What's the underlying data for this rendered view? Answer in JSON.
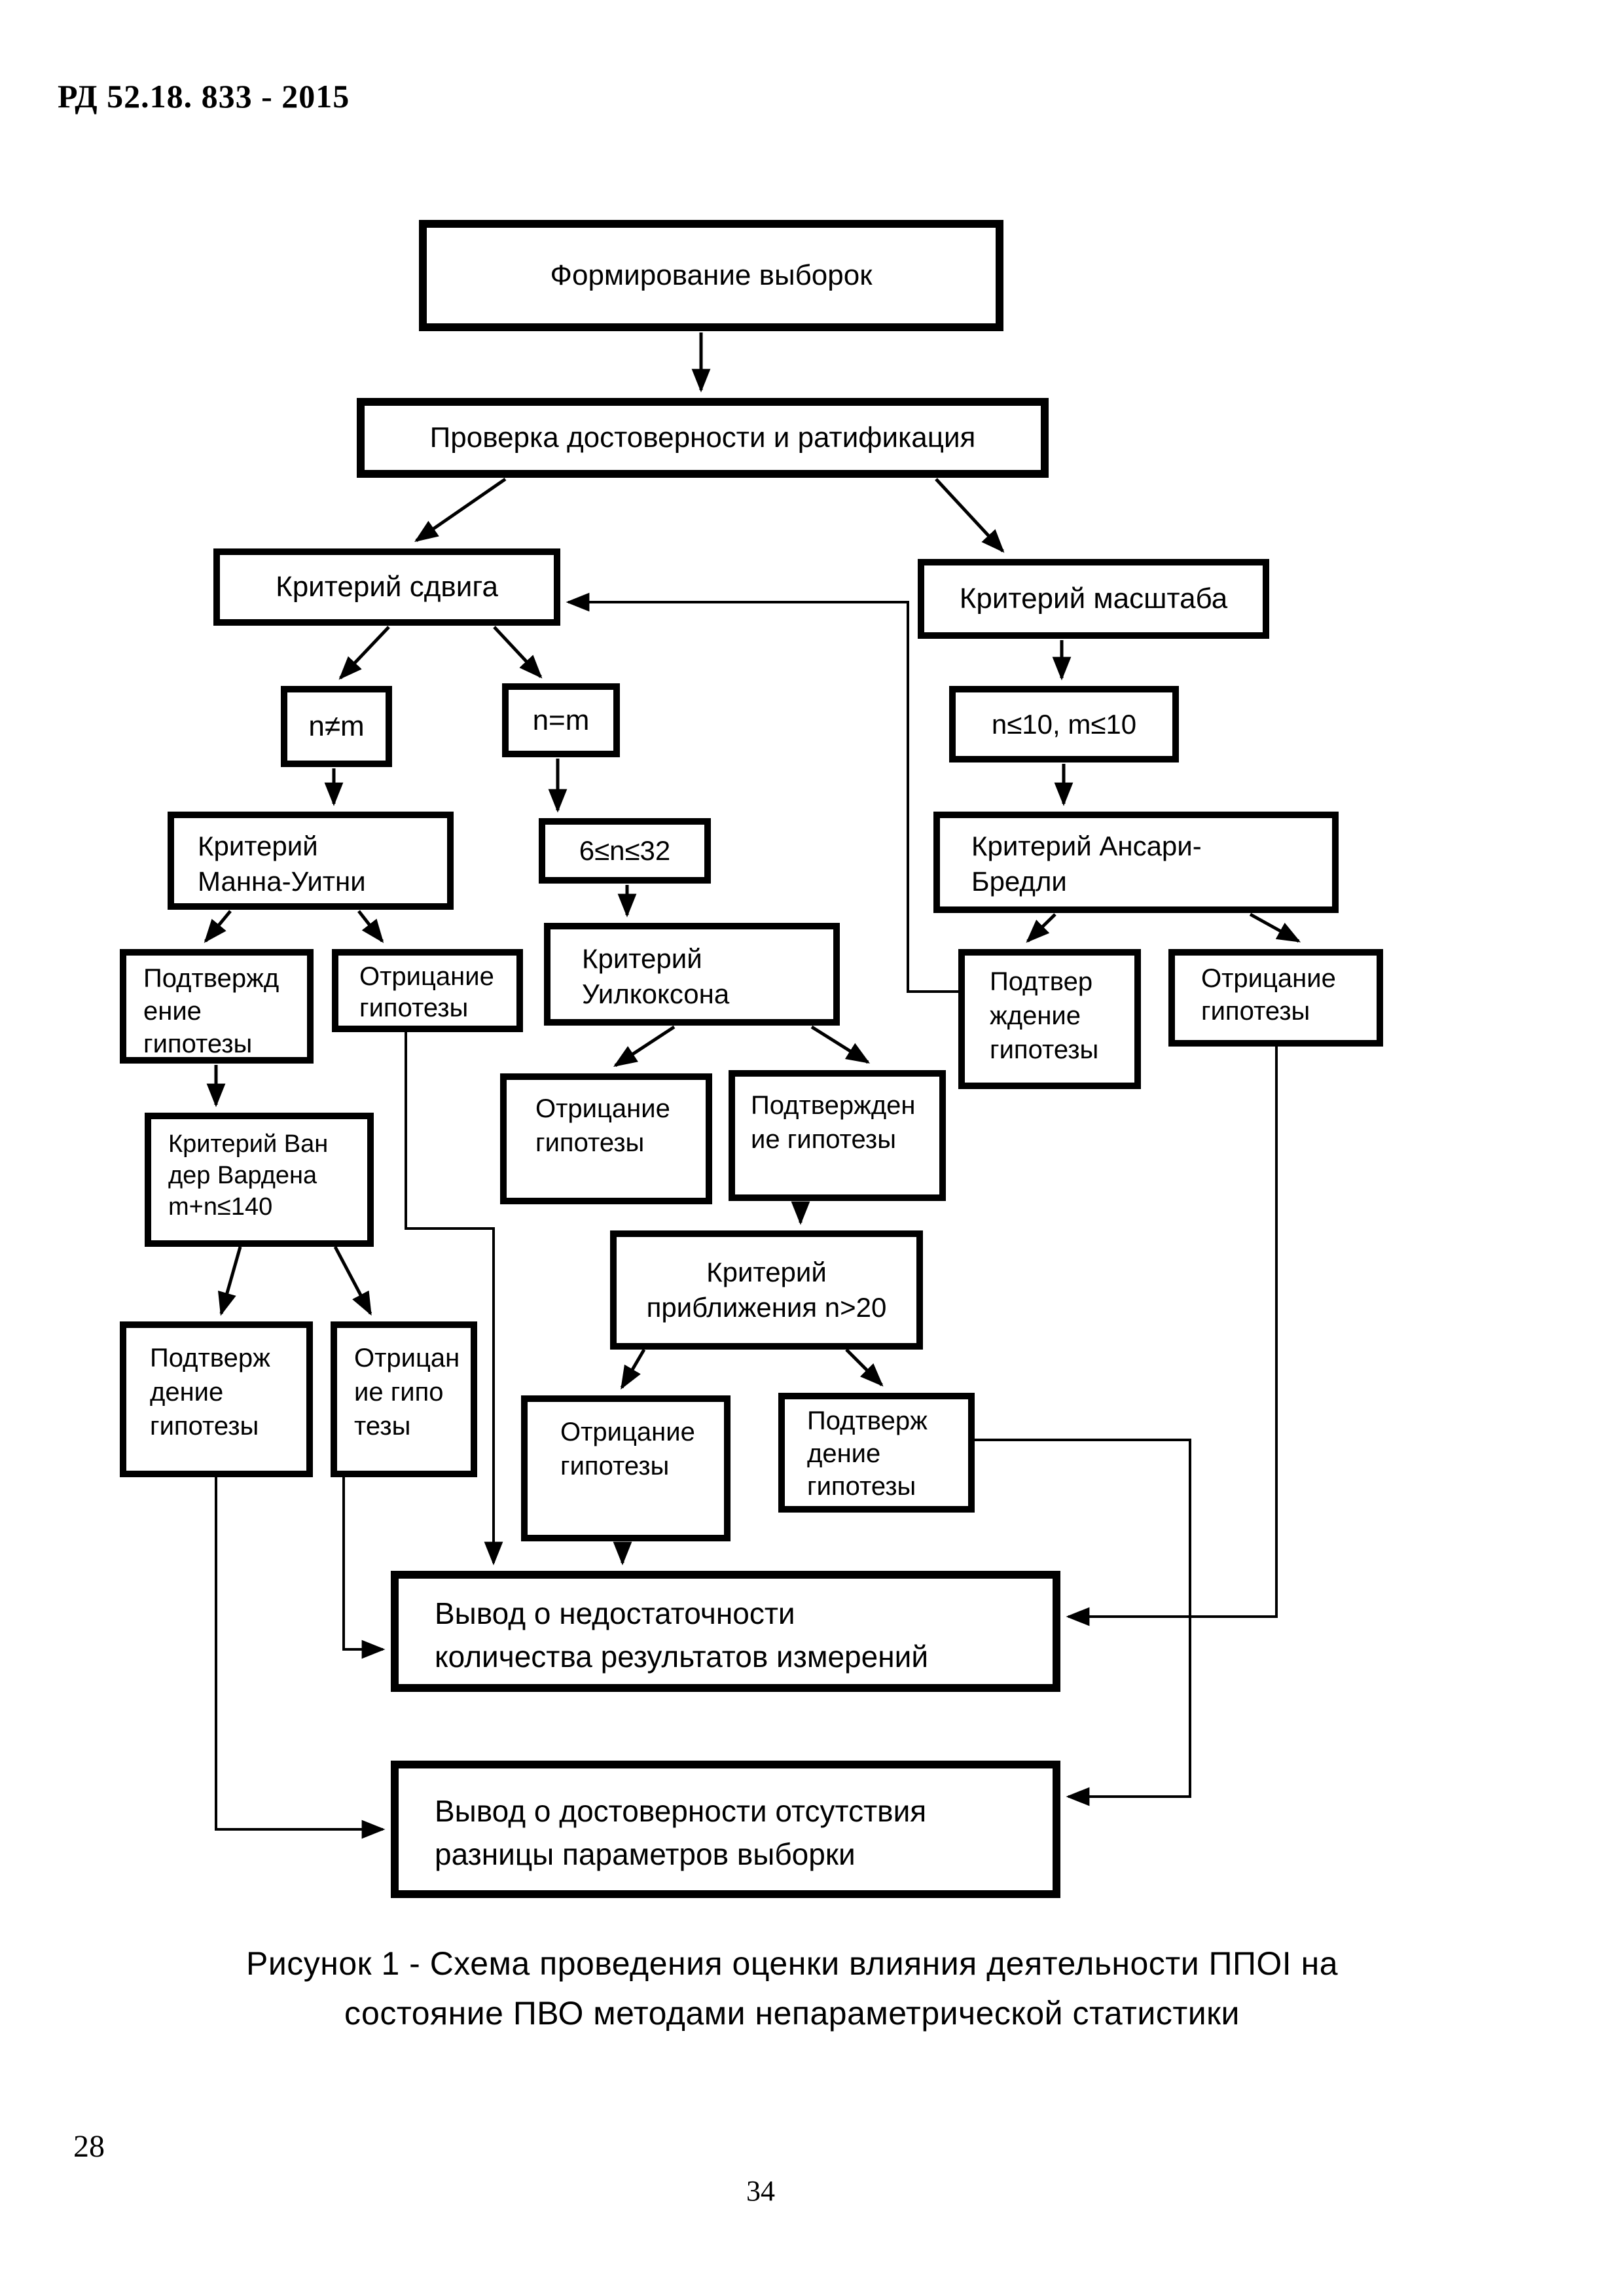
{
  "page": {
    "doc_code": "РД 52.18. 833 - 2015",
    "page_number_corner": "28",
    "page_number_center": "34",
    "caption": {
      "line1": "Рисунок 1 - Схема проведения оценки влияния деятельности ППОI на",
      "line2": "состояние ПВО методами непараметрической статистики"
    }
  },
  "flowchart": {
    "nodes": {
      "forming": {
        "lines": [
          "Формирование выборок"
        ]
      },
      "verify": {
        "lines": [
          "Проверка достоверности и ратификация"
        ]
      },
      "shift_criterion": {
        "lines": [
          "Критерий сдвига"
        ]
      },
      "scale_criterion": {
        "lines": [
          "Критерий масштаба"
        ]
      },
      "n_ne_m": {
        "lines": [
          "n≠m"
        ]
      },
      "n_eq_m": {
        "lines": [
          "n=m"
        ]
      },
      "n_m_le_10": {
        "lines": [
          "n≤10, m≤10"
        ]
      },
      "mann_whitney": {
        "lines": [
          "Критерий",
          "Манна-Уитни"
        ]
      },
      "range_6_32": {
        "lines": [
          "6≤n≤32"
        ]
      },
      "ansari_bradley": {
        "lines": [
          "Критерий Ансари-",
          "Бредли"
        ]
      },
      "wilcoxon": {
        "lines": [
          "Критерий",
          "Уилкоксона"
        ]
      },
      "mw_confirm": {
        "lines": [
          "Подтвержд",
          "ение",
          "гипотезы"
        ]
      },
      "mw_reject": {
        "lines": [
          "Отрицание",
          "гипотезы"
        ]
      },
      "ab_confirm": {
        "lines": [
          "Подтвер",
          "ждение",
          "гипотезы"
        ]
      },
      "ab_reject": {
        "lines": [
          "Отрицание",
          "гипотезы"
        ]
      },
      "w_reject": {
        "lines": [
          "Отрицание",
          "гипотезы"
        ]
      },
      "w_confirm": {
        "lines": [
          "Подтвержден",
          "ие гипотезы"
        ]
      },
      "van_der_waerden": {
        "lines": [
          "Критерий Ван",
          "дер Вардена",
          "m+n≤140"
        ]
      },
      "approx_criterion": {
        "lines": [
          "Критерий",
          "приближения n>20"
        ]
      },
      "vdw_confirm": {
        "lines": [
          "Подтверж",
          "дение",
          "гипотезы"
        ]
      },
      "vdw_reject": {
        "lines": [
          "Отрицан",
          "ие  гипо",
          "тезы"
        ]
      },
      "ap_reject": {
        "lines": [
          "Отрицание",
          "гипотезы"
        ]
      },
      "ap_confirm": {
        "lines": [
          "Подтверж",
          "дение",
          "гипотезы"
        ]
      },
      "concl_insufficient": {
        "lines": [
          "Вывод о недостаточности",
          "количества результатов измерений"
        ]
      },
      "concl_no_difference": {
        "lines": [
          "Вывод о достоверности отсутствия",
          "разницы параметров выборки"
        ]
      }
    }
  }
}
